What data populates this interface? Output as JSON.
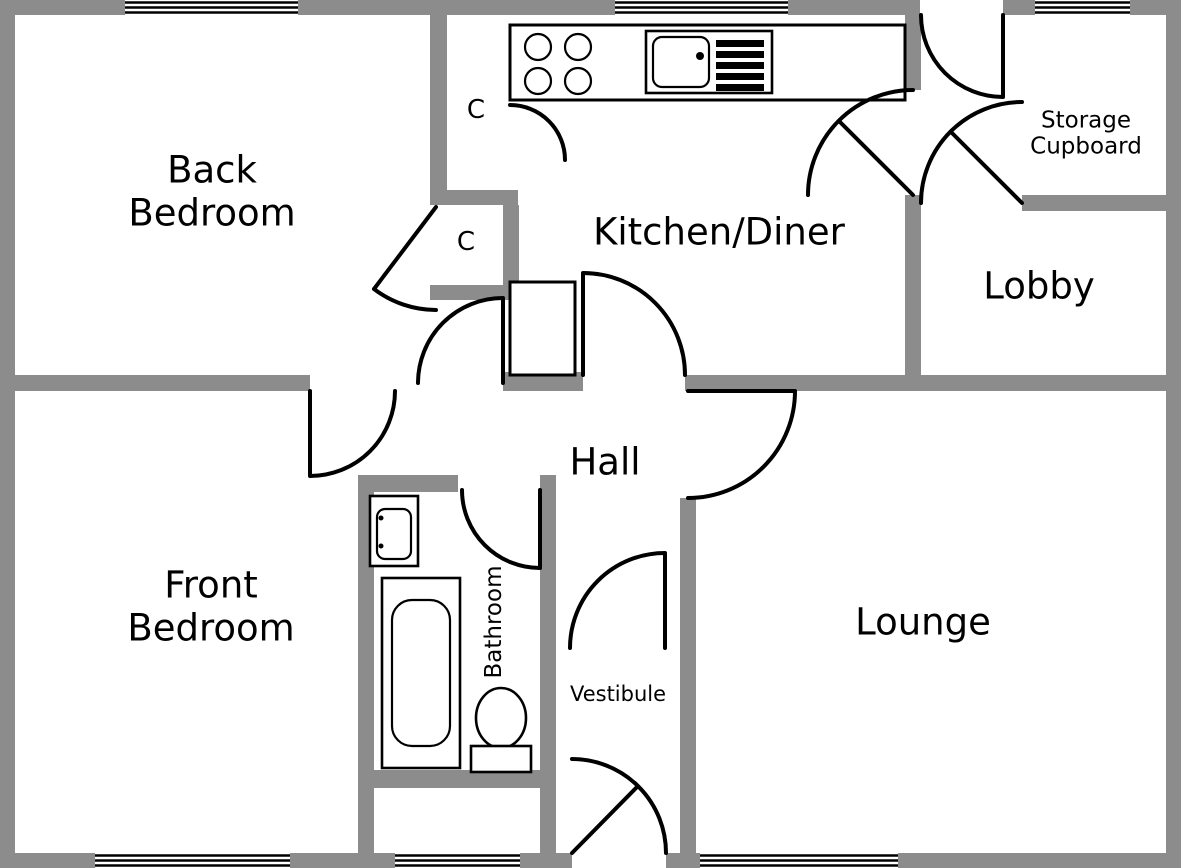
{
  "floorplan": {
    "colors": {
      "wall": "#8c8c8c",
      "lines": "#000000",
      "background": "#ffffff"
    },
    "rooms": {
      "back_bedroom": {
        "lines": [
          "Back",
          "Bedroom"
        ]
      },
      "front_bedroom": {
        "lines": [
          "Front",
          "Bedroom"
        ]
      },
      "kitchen_diner": {
        "label": "Kitchen/Diner"
      },
      "storage_cupboard": {
        "lines": [
          "Storage",
          "Cupboard"
        ]
      },
      "lobby": {
        "label": "Lobby"
      },
      "hall": {
        "label": "Hall"
      },
      "bathroom": {
        "label": "Bathroom"
      },
      "vestibule": {
        "label": "Vestibule"
      },
      "lounge": {
        "label": "Lounge"
      },
      "cupboard_top": {
        "label": "C"
      },
      "cupboard_middle": {
        "label": "C"
      }
    }
  }
}
